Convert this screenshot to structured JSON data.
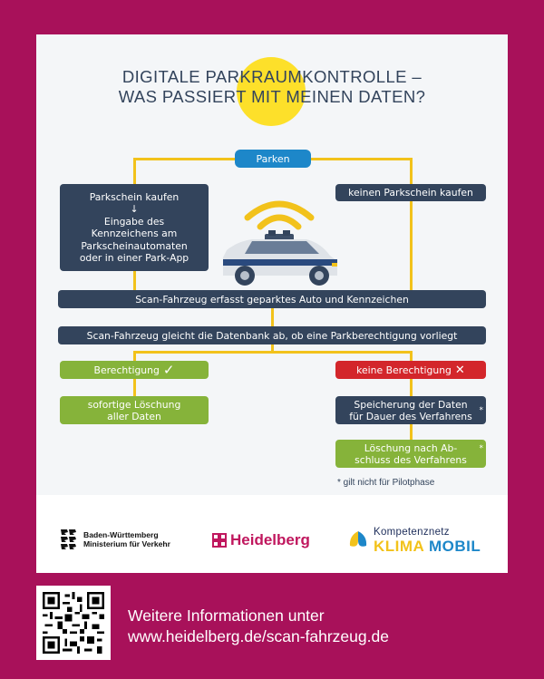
{
  "title": {
    "line1": "DIGITALE PARKRAUMKONTROLLE –",
    "line2": "WAS PASSIERT MIT MEINEN DATEN?"
  },
  "flow": {
    "start": "Parken",
    "buy_ticket": {
      "line1": "Parkschein kaufen",
      "arrow": "↓",
      "line2": "Eingabe des",
      "line3": "Kennzeichens am",
      "line4": "Parkscheinautomaten",
      "line5": "oder in einer Park-App"
    },
    "no_ticket": "keinen Parkschein kaufen",
    "scan_capture": "Scan-Fahrzeug erfasst geparktes Auto und Kennzeichen",
    "scan_compare": "Scan-Fahrzeug gleicht die Datenbank ab, ob eine Parkberechtigung vorliegt",
    "authorized": "Berechtigung",
    "authorized_mark": "✓",
    "delete_now": {
      "line1": "sofortige Löschung",
      "line2": "aller Daten"
    },
    "not_authorized": "keine Berechtigung",
    "not_authorized_mark": "✕",
    "store_data": {
      "line1": "Speicherung der Daten",
      "line2": "für Dauer des Verfahrens",
      "star": "*"
    },
    "delete_after": {
      "line1": "Löschung nach Ab-",
      "line2": "schluss des Verfahrens",
      "star": "*"
    },
    "footnote": "* gilt nicht für Pilotphase"
  },
  "logos": {
    "bw_line1": "Baden-Württemberg",
    "bw_line2": "Ministerium für Verkehr",
    "heidelberg": "Heidelberg",
    "km_line1": "Kompetenznetz",
    "km_klima": "KLIMA",
    "km_mobil": "MOBIL"
  },
  "info": {
    "line1": "Weitere Informationen unter",
    "line2": "www.heidelberg.de/scan-fahrzeug.de"
  },
  "colors": {
    "background": "#a8115a",
    "navy": "#33445c",
    "green": "#86b33a",
    "red": "#d3262b",
    "blue": "#1d87c9",
    "yellow": "#f2c21b"
  }
}
